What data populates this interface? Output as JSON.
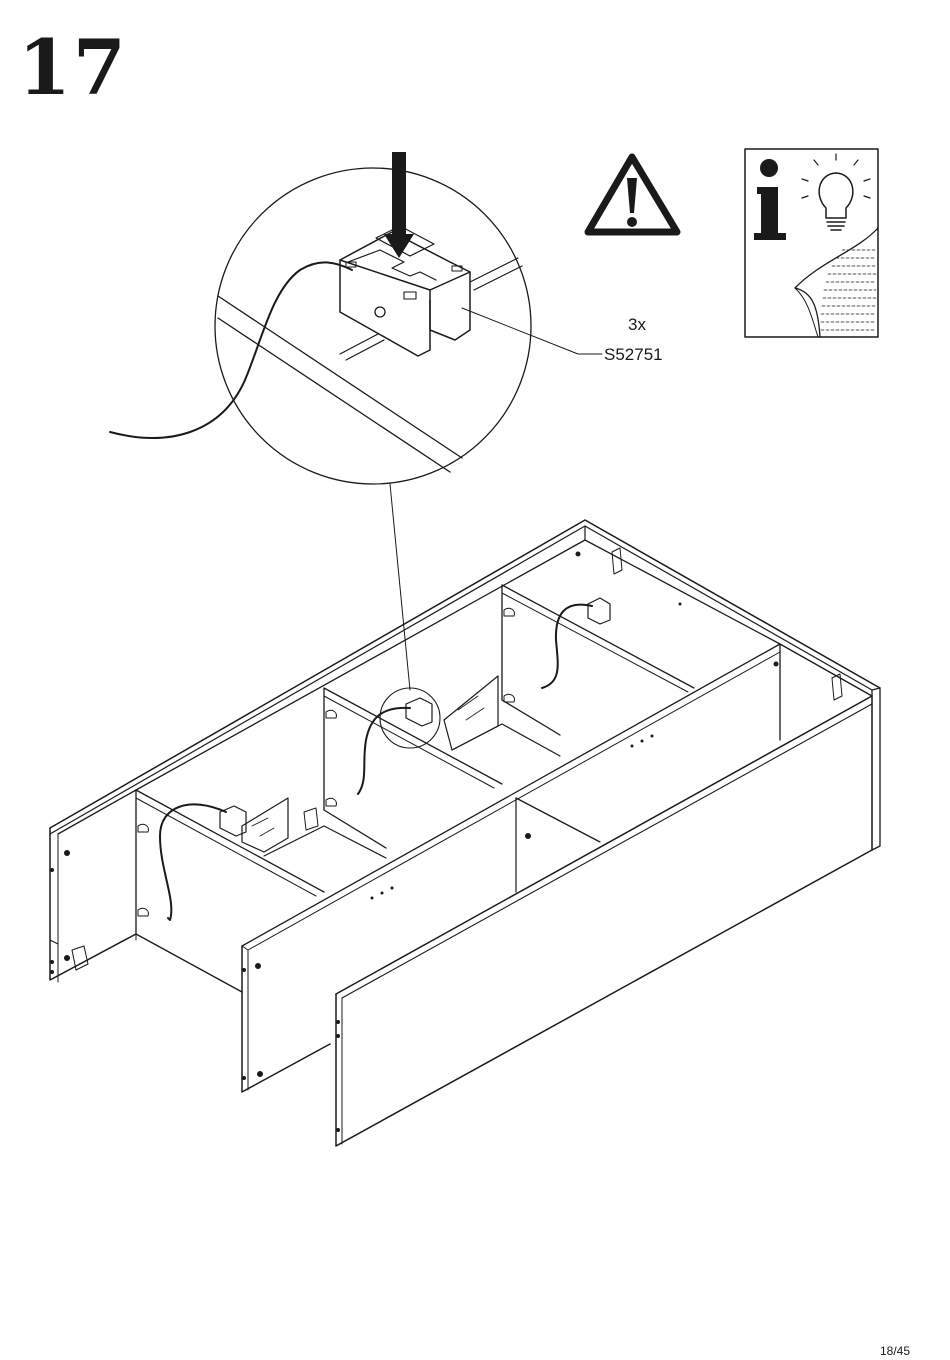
{
  "step": {
    "number": "17"
  },
  "parts": [
    {
      "quantity": "3x",
      "code": "S52751"
    }
  ],
  "icons": {
    "warning": "warning-triangle-icon",
    "info": "info-lightbulb-icon"
  },
  "footer": {
    "page": "18/45"
  }
}
